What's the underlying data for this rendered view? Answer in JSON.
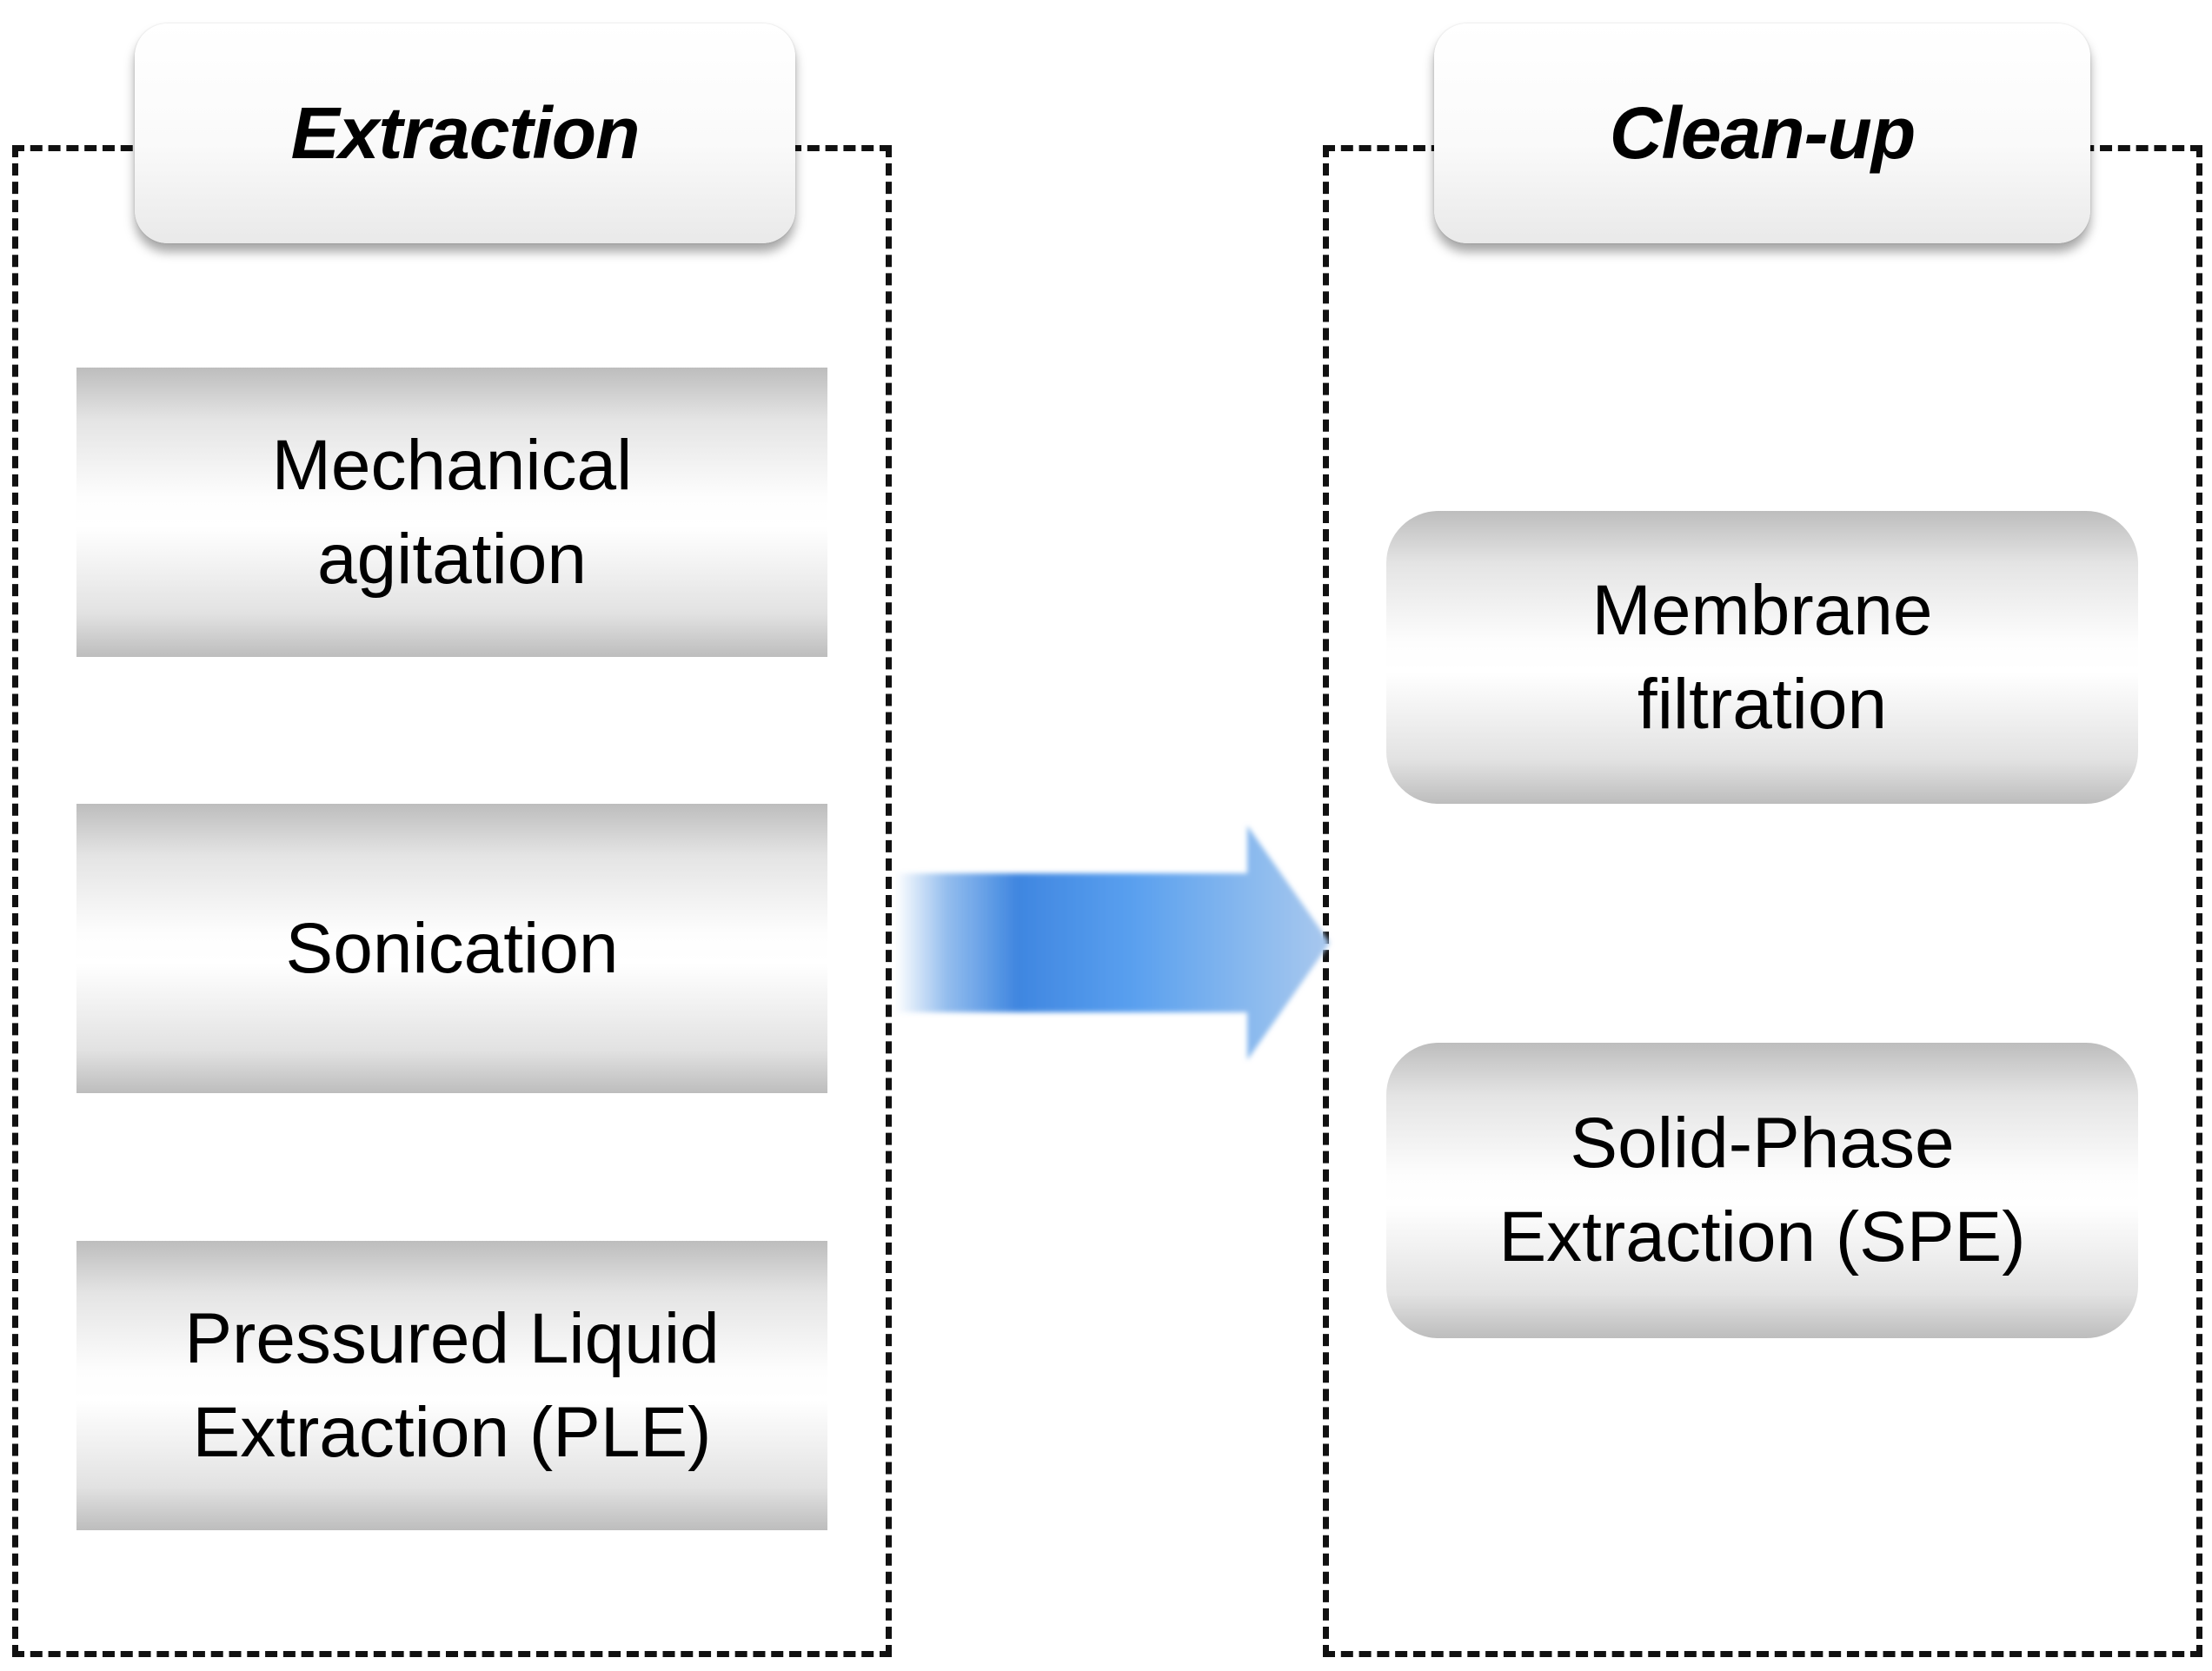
{
  "diagram": {
    "stages": [
      {
        "title": "Extraction",
        "methods": [
          "Mechanical\nagitation",
          "Sonication",
          "Pressured Liquid\nExtraction (PLE)"
        ]
      },
      {
        "title": "Clean-up",
        "methods": [
          "Membrane\nfiltration",
          "Solid-Phase\nExtraction (SPE)"
        ]
      }
    ],
    "connector": {
      "icon": "right-arrow-icon",
      "from": "Extraction",
      "to": "Clean-up",
      "color": "#4a90e2"
    }
  }
}
